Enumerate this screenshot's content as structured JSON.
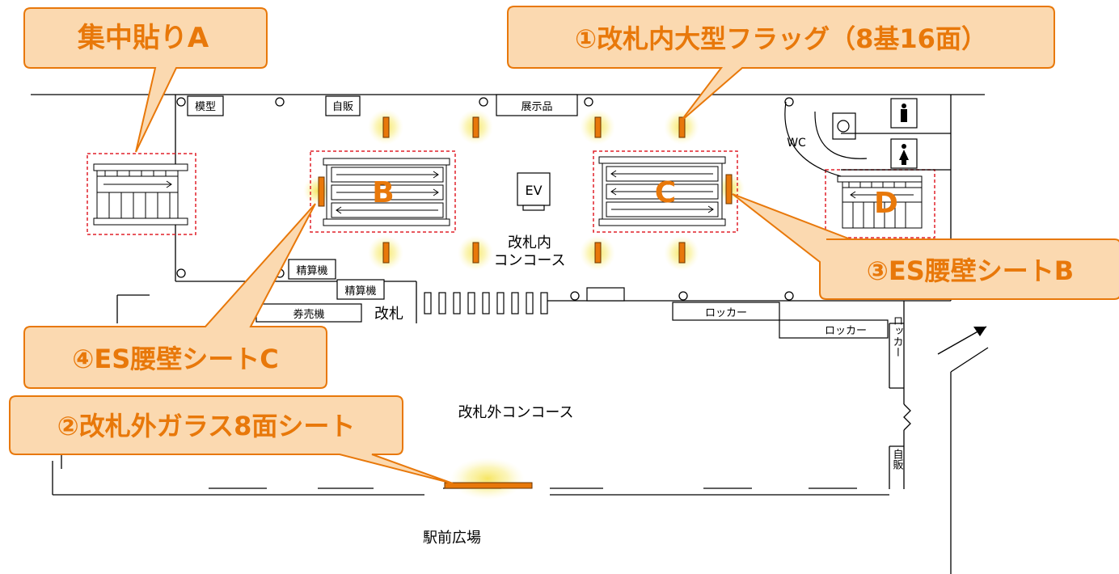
{
  "callouts": {
    "a": "集中貼りA",
    "b": "①改札内大型フラッグ（8基16面）",
    "c": "③ES腰壁シートB",
    "d": "④ES腰壁シートC",
    "e": "②改札外ガラス8面シート"
  },
  "zones": {
    "b": "B",
    "c": "C",
    "d": "D"
  },
  "rooms": {
    "model": "模型",
    "vending1": "自販",
    "exhibit": "展示品",
    "ev": "EV",
    "wc": "WC",
    "concourse_inside_1": "改札内",
    "concourse_inside_2": "コンコース",
    "fare_adj1": "精算機",
    "fare_adj2": "精算機",
    "ticket_machine": "券売機",
    "gate": "改札",
    "locker1": "ロッカー",
    "locker2": "ロッカー",
    "locker3": "ロッカー",
    "vending2": "自販",
    "concourse_outside": "改札外コンコース",
    "plaza": "駅前広場"
  },
  "colors": {
    "accent": "#e8780a",
    "callout_fill": "#fbd9b0",
    "callout_border": "#e8780a",
    "zone_border": "#e0202a",
    "glow": "#f7ec6a"
  }
}
